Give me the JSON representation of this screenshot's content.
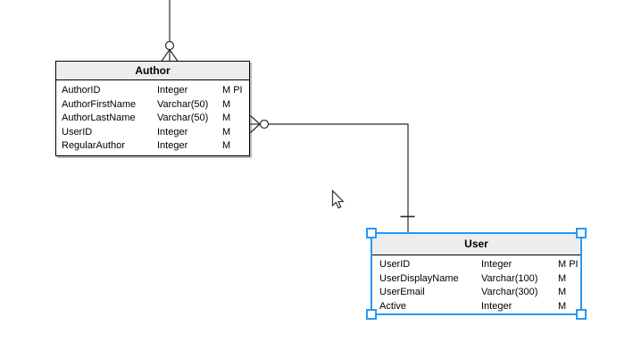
{
  "diagram": {
    "colors": {
      "selection_blue": "#2b97f1",
      "table_header_fill": "#ededed",
      "table_border": "#000000",
      "connector_line": "#2b2b2b"
    },
    "tables": [
      {
        "name": "Author",
        "selected": false,
        "columns": [
          {
            "name": "AuthorID",
            "type": "Integer",
            "flags": "M PI"
          },
          {
            "name": "AuthorFirstName",
            "type": "Varchar(50)",
            "flags": "M"
          },
          {
            "name": "AuthorLastName",
            "type": "Varchar(50)",
            "flags": "M"
          },
          {
            "name": "UserID",
            "type": "Integer",
            "flags": "M"
          },
          {
            "name": "RegularAuthor",
            "type": "Integer",
            "flags": "M"
          }
        ]
      },
      {
        "name": "User",
        "selected": true,
        "columns": [
          {
            "name": "UserID",
            "type": "Integer",
            "flags": "M PI"
          },
          {
            "name": "UserDisplayName",
            "type": "Varchar(100)",
            "flags": "M"
          },
          {
            "name": "UserEmail",
            "type": "Varchar(300)",
            "flags": "M"
          },
          {
            "name": "Active",
            "type": "Integer",
            "flags": "M"
          }
        ]
      }
    ],
    "connectors": [
      {
        "id": "author-top",
        "attached_to": "Author",
        "notation_at_author": "zero-or-many (circle + crow's foot)",
        "note": "line exits top edge of canvas"
      },
      {
        "id": "author-user",
        "from": "Author",
        "to": "User",
        "notation_at_author": "zero-or-many (circle + crow's foot)",
        "notation_at_user": "one (single tick)"
      }
    ]
  }
}
